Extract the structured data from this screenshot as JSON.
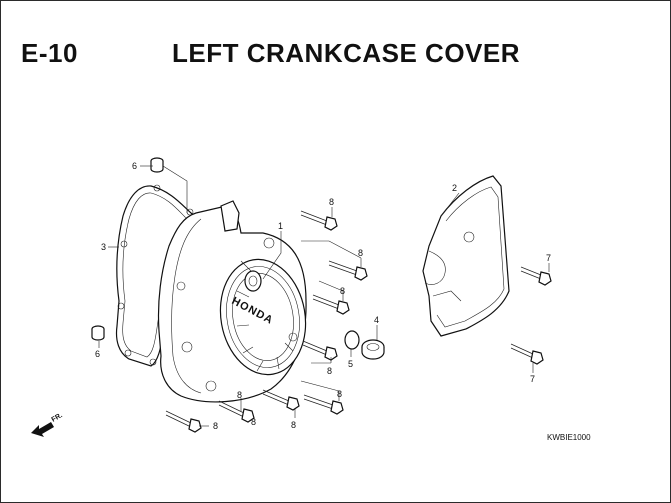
{
  "header": {
    "section_code": "E-10",
    "title": "LEFT CRANKCASE COVER"
  },
  "footer": {
    "drawing_code": "KWBIE1000"
  },
  "cover_emblem": "HONDA",
  "front_arrow_label": "FR.",
  "callouts": {
    "c1": "1",
    "c2": "2",
    "c3": "3",
    "c4": "4",
    "c5": "5",
    "c6a": "6",
    "c6b": "6",
    "c7a": "7",
    "c7b": "7",
    "c8a": "8",
    "c8b": "8",
    "c8c": "8",
    "c8d": "8",
    "c8e": "8",
    "c8f": "8",
    "c8g": "8",
    "c8h": "8",
    "c8i": "8"
  }
}
